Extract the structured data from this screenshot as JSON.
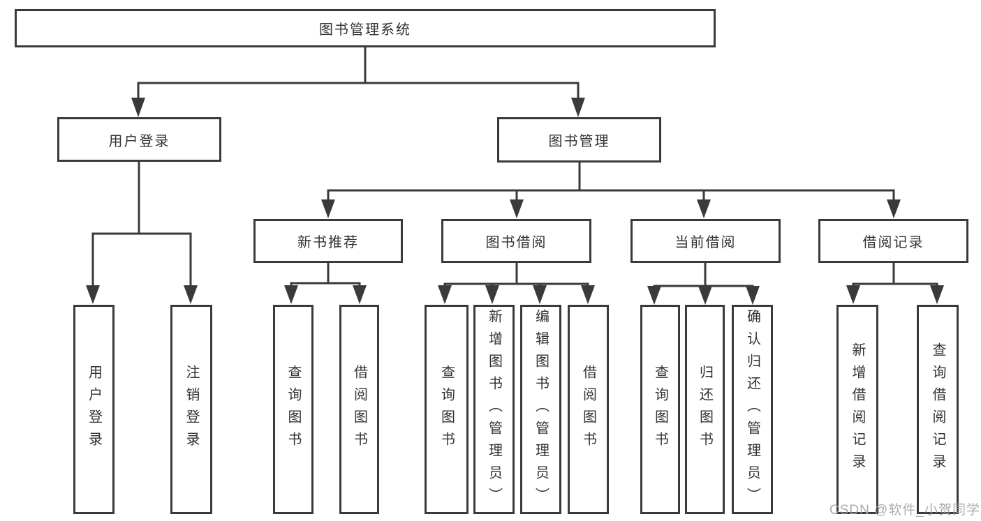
{
  "tree": {
    "root": {
      "label": "图书管理系统"
    },
    "branches": [
      {
        "label": "用户登录",
        "leaves": [
          {
            "label": "用户登录"
          },
          {
            "label": "注销登录"
          }
        ]
      },
      {
        "label": "图书管理",
        "groups": [
          {
            "label": "新书推荐",
            "leaves": [
              {
                "label": "查询图书"
              },
              {
                "label": "借阅图书"
              }
            ]
          },
          {
            "label": "图书借阅",
            "leaves": [
              {
                "label": "查询图书"
              },
              {
                "label": "新增图书（管理员）"
              },
              {
                "label": "编辑图书（管理员）"
              },
              {
                "label": "借阅图书"
              }
            ]
          },
          {
            "label": "当前借阅",
            "leaves": [
              {
                "label": "查询图书"
              },
              {
                "label": "归还图书"
              },
              {
                "label": "确认归还（管理员）"
              }
            ]
          },
          {
            "label": "借阅记录",
            "leaves": [
              {
                "label": "新增借阅记录"
              },
              {
                "label": "查询借阅记录"
              }
            ]
          }
        ]
      }
    ]
  },
  "watermark": {
    "text": "CSDN @软件_小贺同学"
  },
  "colors": {
    "line": "#3a3a3a",
    "text": "#333333",
    "background": "#ffffff",
    "watermark": "#9ea3a9"
  }
}
